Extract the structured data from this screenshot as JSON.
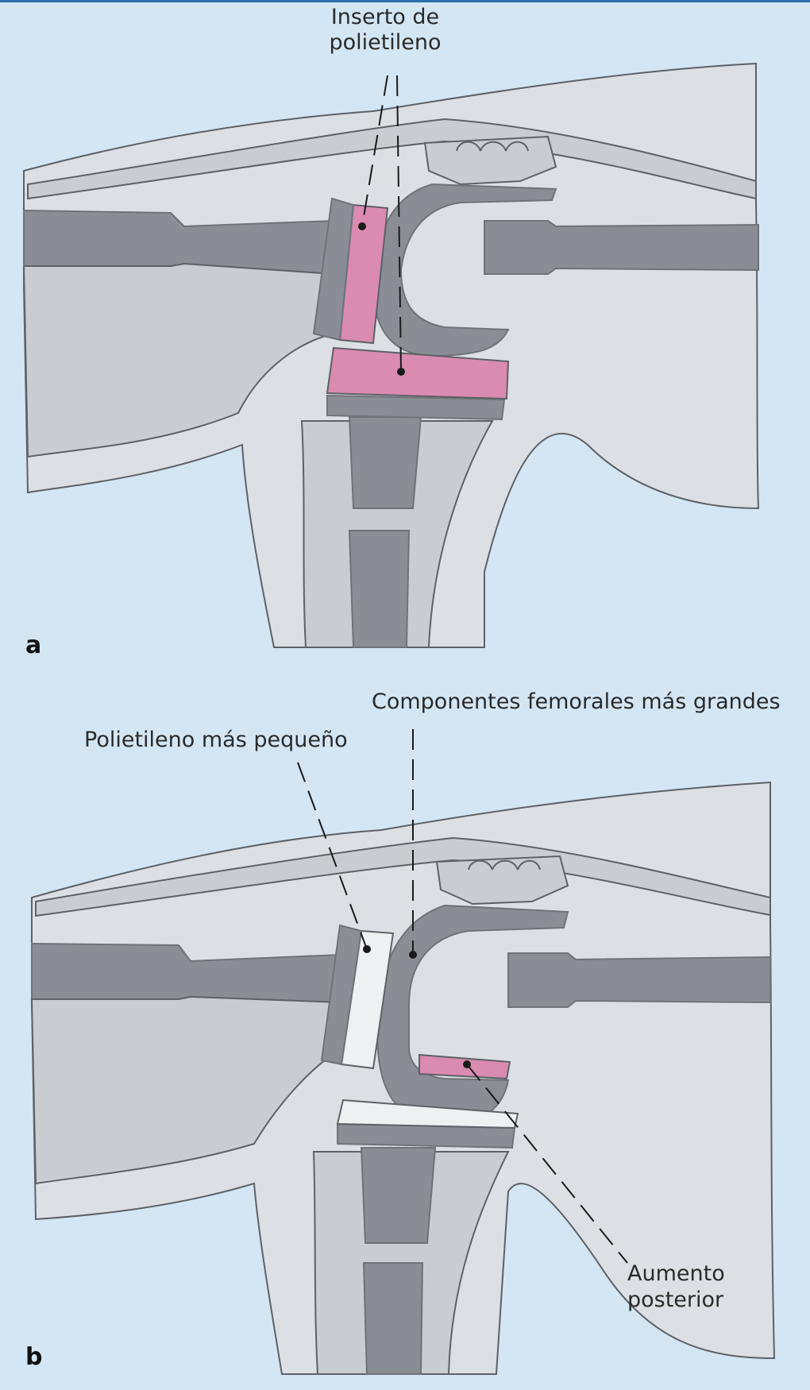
{
  "colors": {
    "background": "#d4e6f4",
    "frame": "#2a6fa8",
    "soft_tissue": "#dcdfe3",
    "bone_light": "#c9ccd1",
    "implant_dark": "#8a8e94",
    "implant_shadow": "#6f7378",
    "polyethylene_pink": "#d98bb0",
    "polyethylene_white": "#eef0f2",
    "outline": "#5e6166"
  },
  "panels": [
    {
      "letter": "a",
      "labels": [
        {
          "lines": [
            "Inserto de",
            "polietileno"
          ]
        }
      ]
    },
    {
      "letter": "b",
      "labels": [
        {
          "lines": [
            "Componentes femorales más grandes"
          ]
        },
        {
          "lines": [
            "Polietileno más pequeño"
          ]
        },
        {
          "lines": [
            "Aumento",
            "posterior"
          ]
        }
      ]
    }
  ]
}
